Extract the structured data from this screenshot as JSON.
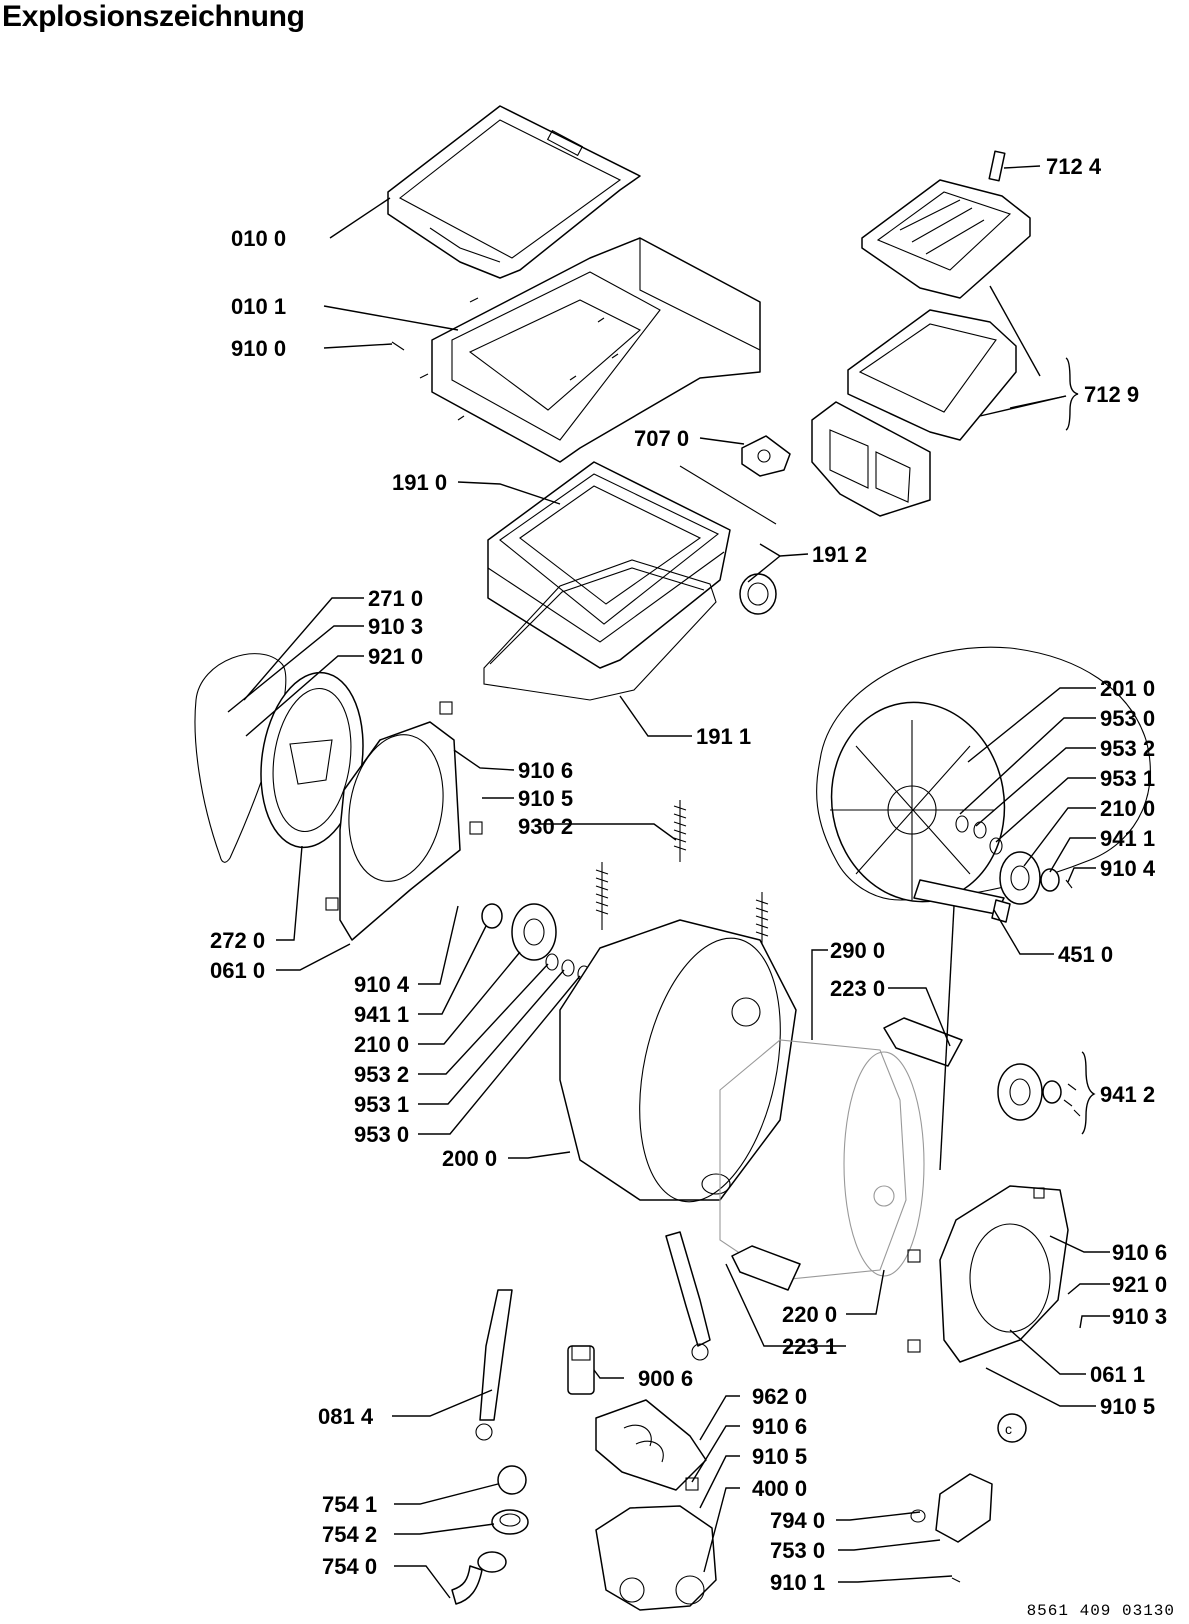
{
  "title": "Explosionszeichnung",
  "doc_number": "8561 409 03130",
  "parts": {
    "p0100": "010 0",
    "p0101": "010 1",
    "p9100": "910 0",
    "p7124": "712 4",
    "p7129": "712 9",
    "p7070": "707 0",
    "p1910": "191 0",
    "p1912": "191 2",
    "p1911": "191 1",
    "p2710": "271 0",
    "p9103a": "910 3",
    "p9210a": "921 0",
    "p9106a": "910 6",
    "p9105a": "910 5",
    "p9302": "930 2",
    "p2720": "272 0",
    "p0610": "061 0",
    "p9104a": "910 4",
    "p9411a": "941 1",
    "p2100a": "210 0",
    "p9532a": "953 2",
    "p9531a": "953 1",
    "p9530a": "953 0",
    "p2000": "200 0",
    "p2900": "290 0",
    "p2230": "223 0",
    "p2010": "201 0",
    "p9530b": "953 0",
    "p9532b": "953 2",
    "p9531b": "953 1",
    "p2100b": "210 0",
    "p9411b": "941 1",
    "p9104b": "910 4",
    "p4510": "451 0",
    "p9412": "941 2",
    "p9106b": "910 6",
    "p9210b": "921 0",
    "p9103b": "910 3",
    "p0611": "061 1",
    "p9105b": "910 5",
    "p2200": "220 0",
    "p2231": "223 1",
    "p9006": "900 6",
    "p0814": "081 4",
    "p9620": "962 0",
    "p9106c": "910 6",
    "p9105c": "910 5",
    "p4000": "400 0",
    "p7940": "794 0",
    "p7530": "753 0",
    "p9101": "910 1",
    "p7541": "754 1",
    "p7542": "754 2",
    "p7540": "754 0"
  }
}
